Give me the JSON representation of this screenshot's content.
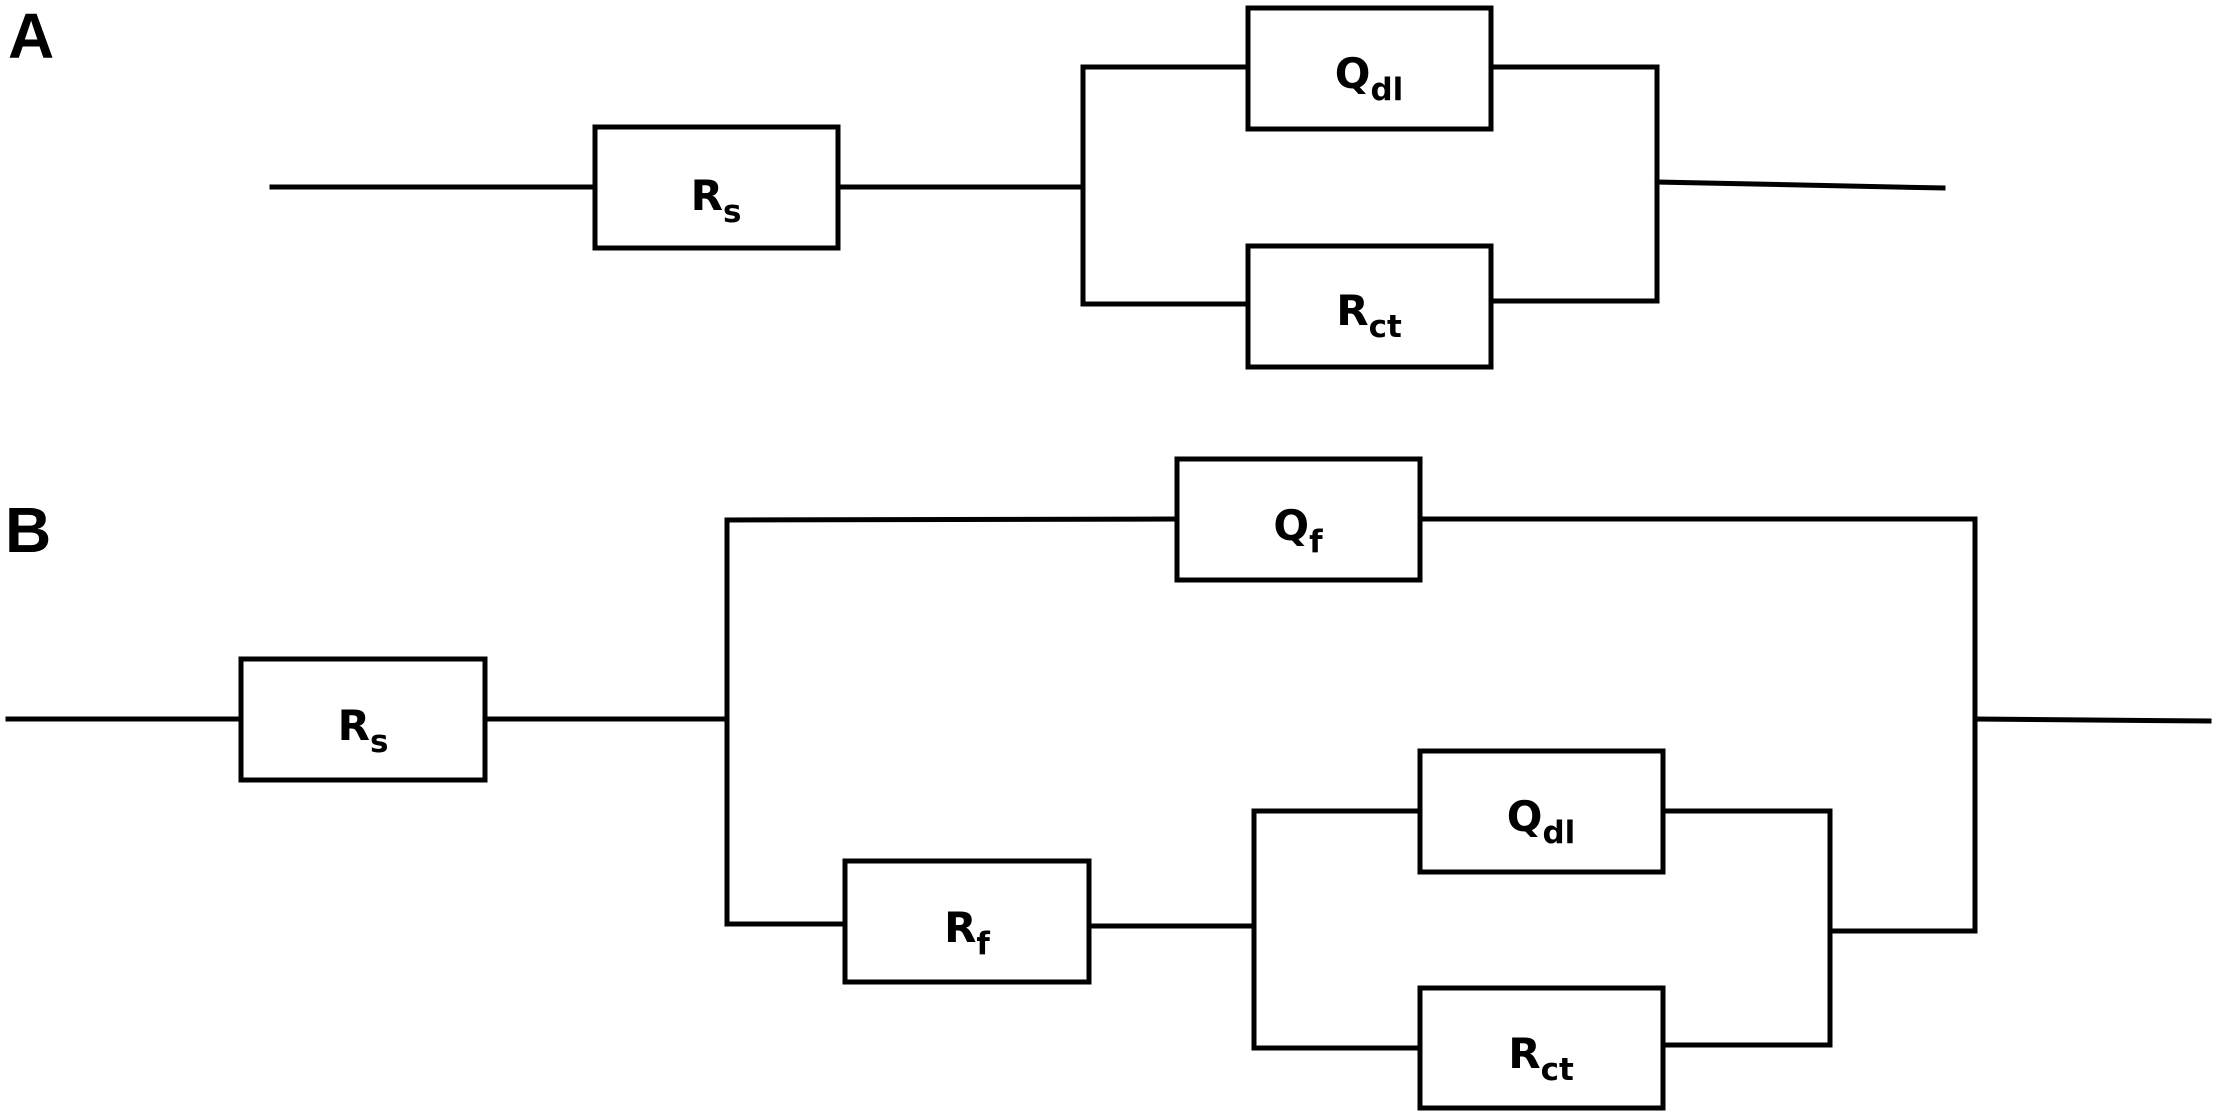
{
  "panels": {
    "a": {
      "label": "A",
      "components": {
        "rs": {
          "main": "R",
          "sub": "s"
        },
        "qdl": {
          "main": "Q",
          "sub": "dl"
        },
        "rct": {
          "main": "R",
          "sub": "ct"
        }
      }
    },
    "b": {
      "label": "B",
      "components": {
        "rs": {
          "main": "R",
          "sub": "s"
        },
        "qf": {
          "main": "Q",
          "sub": "f"
        },
        "rf": {
          "main": "R",
          "sub": "f"
        },
        "qdl": {
          "main": "Q",
          "sub": "dl"
        },
        "rct": {
          "main": "R",
          "sub": "ct"
        }
      }
    }
  }
}
